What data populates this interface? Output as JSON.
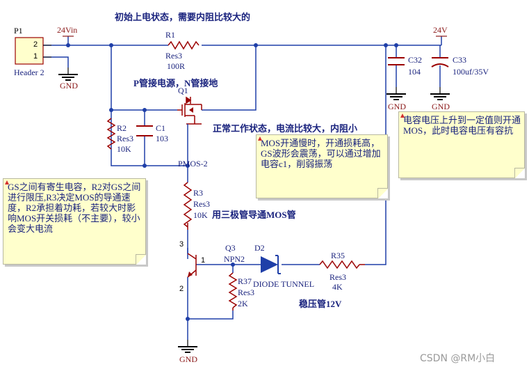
{
  "title": "初始上电状态，需要内阻比较大的",
  "connector": {
    "ref": "P1",
    "pin_top": "2",
    "pin_bottom": "1",
    "name": "Header 2"
  },
  "nets": {
    "vin": "24Vin",
    "v24": "24V",
    "gnd": "GND"
  },
  "r1": {
    "ref": "R1",
    "type": "Res3",
    "value": "100R"
  },
  "r2": {
    "ref": "R2",
    "type": "Res3",
    "value": "10K"
  },
  "c1": {
    "ref": "C1",
    "value": "103"
  },
  "q1": {
    "ref": "Q1",
    "type": "PMOS-2"
  },
  "r3": {
    "ref": "R3",
    "type": "Res3",
    "value": "10K"
  },
  "q3": {
    "ref": "Q3",
    "type": "NPN2",
    "pin_c": "3",
    "pin_b": "1",
    "pin_e": "2"
  },
  "d2": {
    "ref": "D2",
    "type": "DIODE TUNNEL"
  },
  "r35": {
    "ref": "R35",
    "type": "Res3",
    "value": "4K"
  },
  "r37": {
    "ref": "R37",
    "type": "Res3",
    "value": "2K"
  },
  "c32": {
    "ref": "C32",
    "value": "104"
  },
  "c33": {
    "ref": "C33",
    "value": "100uf/35V"
  },
  "annotations": {
    "p_mos_wiring": "P管接电源，N管接地",
    "normal_state": "正常工作状态，电流比较大，内阻小",
    "transistor": "用三极管导通MOS管",
    "zener": "稳压管12V"
  },
  "notes": {
    "gs_cap": "GS之间有寄生电容，R2对GS之间进行限压,R3决定MOS的导通速度，R2承担着功耗，若较大时影响MOS开关损耗（不主要），较小会变大电流",
    "mos_slow": "MOS开通慢时，开通损耗高，GS波形会震荡，可以通过增加电容c1，削弱振荡",
    "cap_voltage": "电容电压上升到一定值则开通MOS，此时电容电压有容抗"
  },
  "watermark": "CSDN @RM小白",
  "colors": {
    "wire": "#1f3fa8",
    "part": "#9b0000",
    "note_bg": "#ffffcc",
    "text": "#1a237e"
  }
}
